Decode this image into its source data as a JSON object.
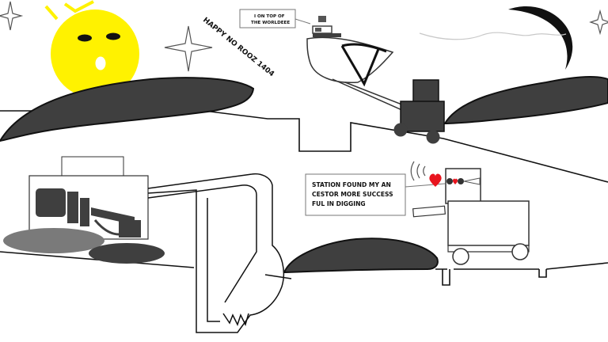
{
  "colors": {
    "sun": "#FFF200",
    "hills": "#3f3f3f",
    "outline": "#111111",
    "heart": "#e8141e"
  },
  "greeting": "HAPPY NO ROOZ 1404",
  "speech_top": {
    "line1": "I ON TOP OF",
    "line2": "THE WORLDEEE"
  },
  "speech_station": {
    "line1": "STATION FOUND MY AN",
    "line2": "CESTOR MORE SUCCESS",
    "line3": "FUL  IN DIGGING"
  }
}
